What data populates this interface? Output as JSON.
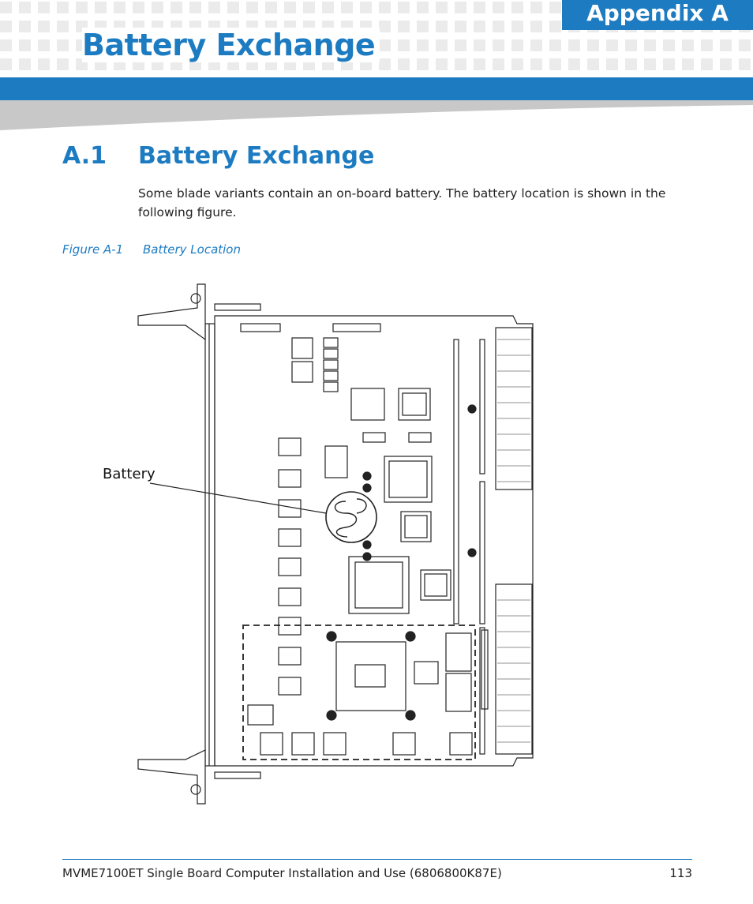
{
  "header": {
    "appendix_label": "Appendix A",
    "chapter_title": "Battery Exchange"
  },
  "section": {
    "number": "A.1",
    "title": "Battery Exchange",
    "body": "Some blade variants contain an on-board battery. The battery location is shown in the following figure."
  },
  "figure": {
    "label": "Figure A-1",
    "title": "Battery Location",
    "callout": "Battery"
  },
  "footer": {
    "text": "MVME7100ET Single Board Computer Installation and Use (6806800K87E)",
    "page_number": "113"
  },
  "colors": {
    "accent": "#1d7bc1",
    "swoosh": "#c8c8c8"
  }
}
